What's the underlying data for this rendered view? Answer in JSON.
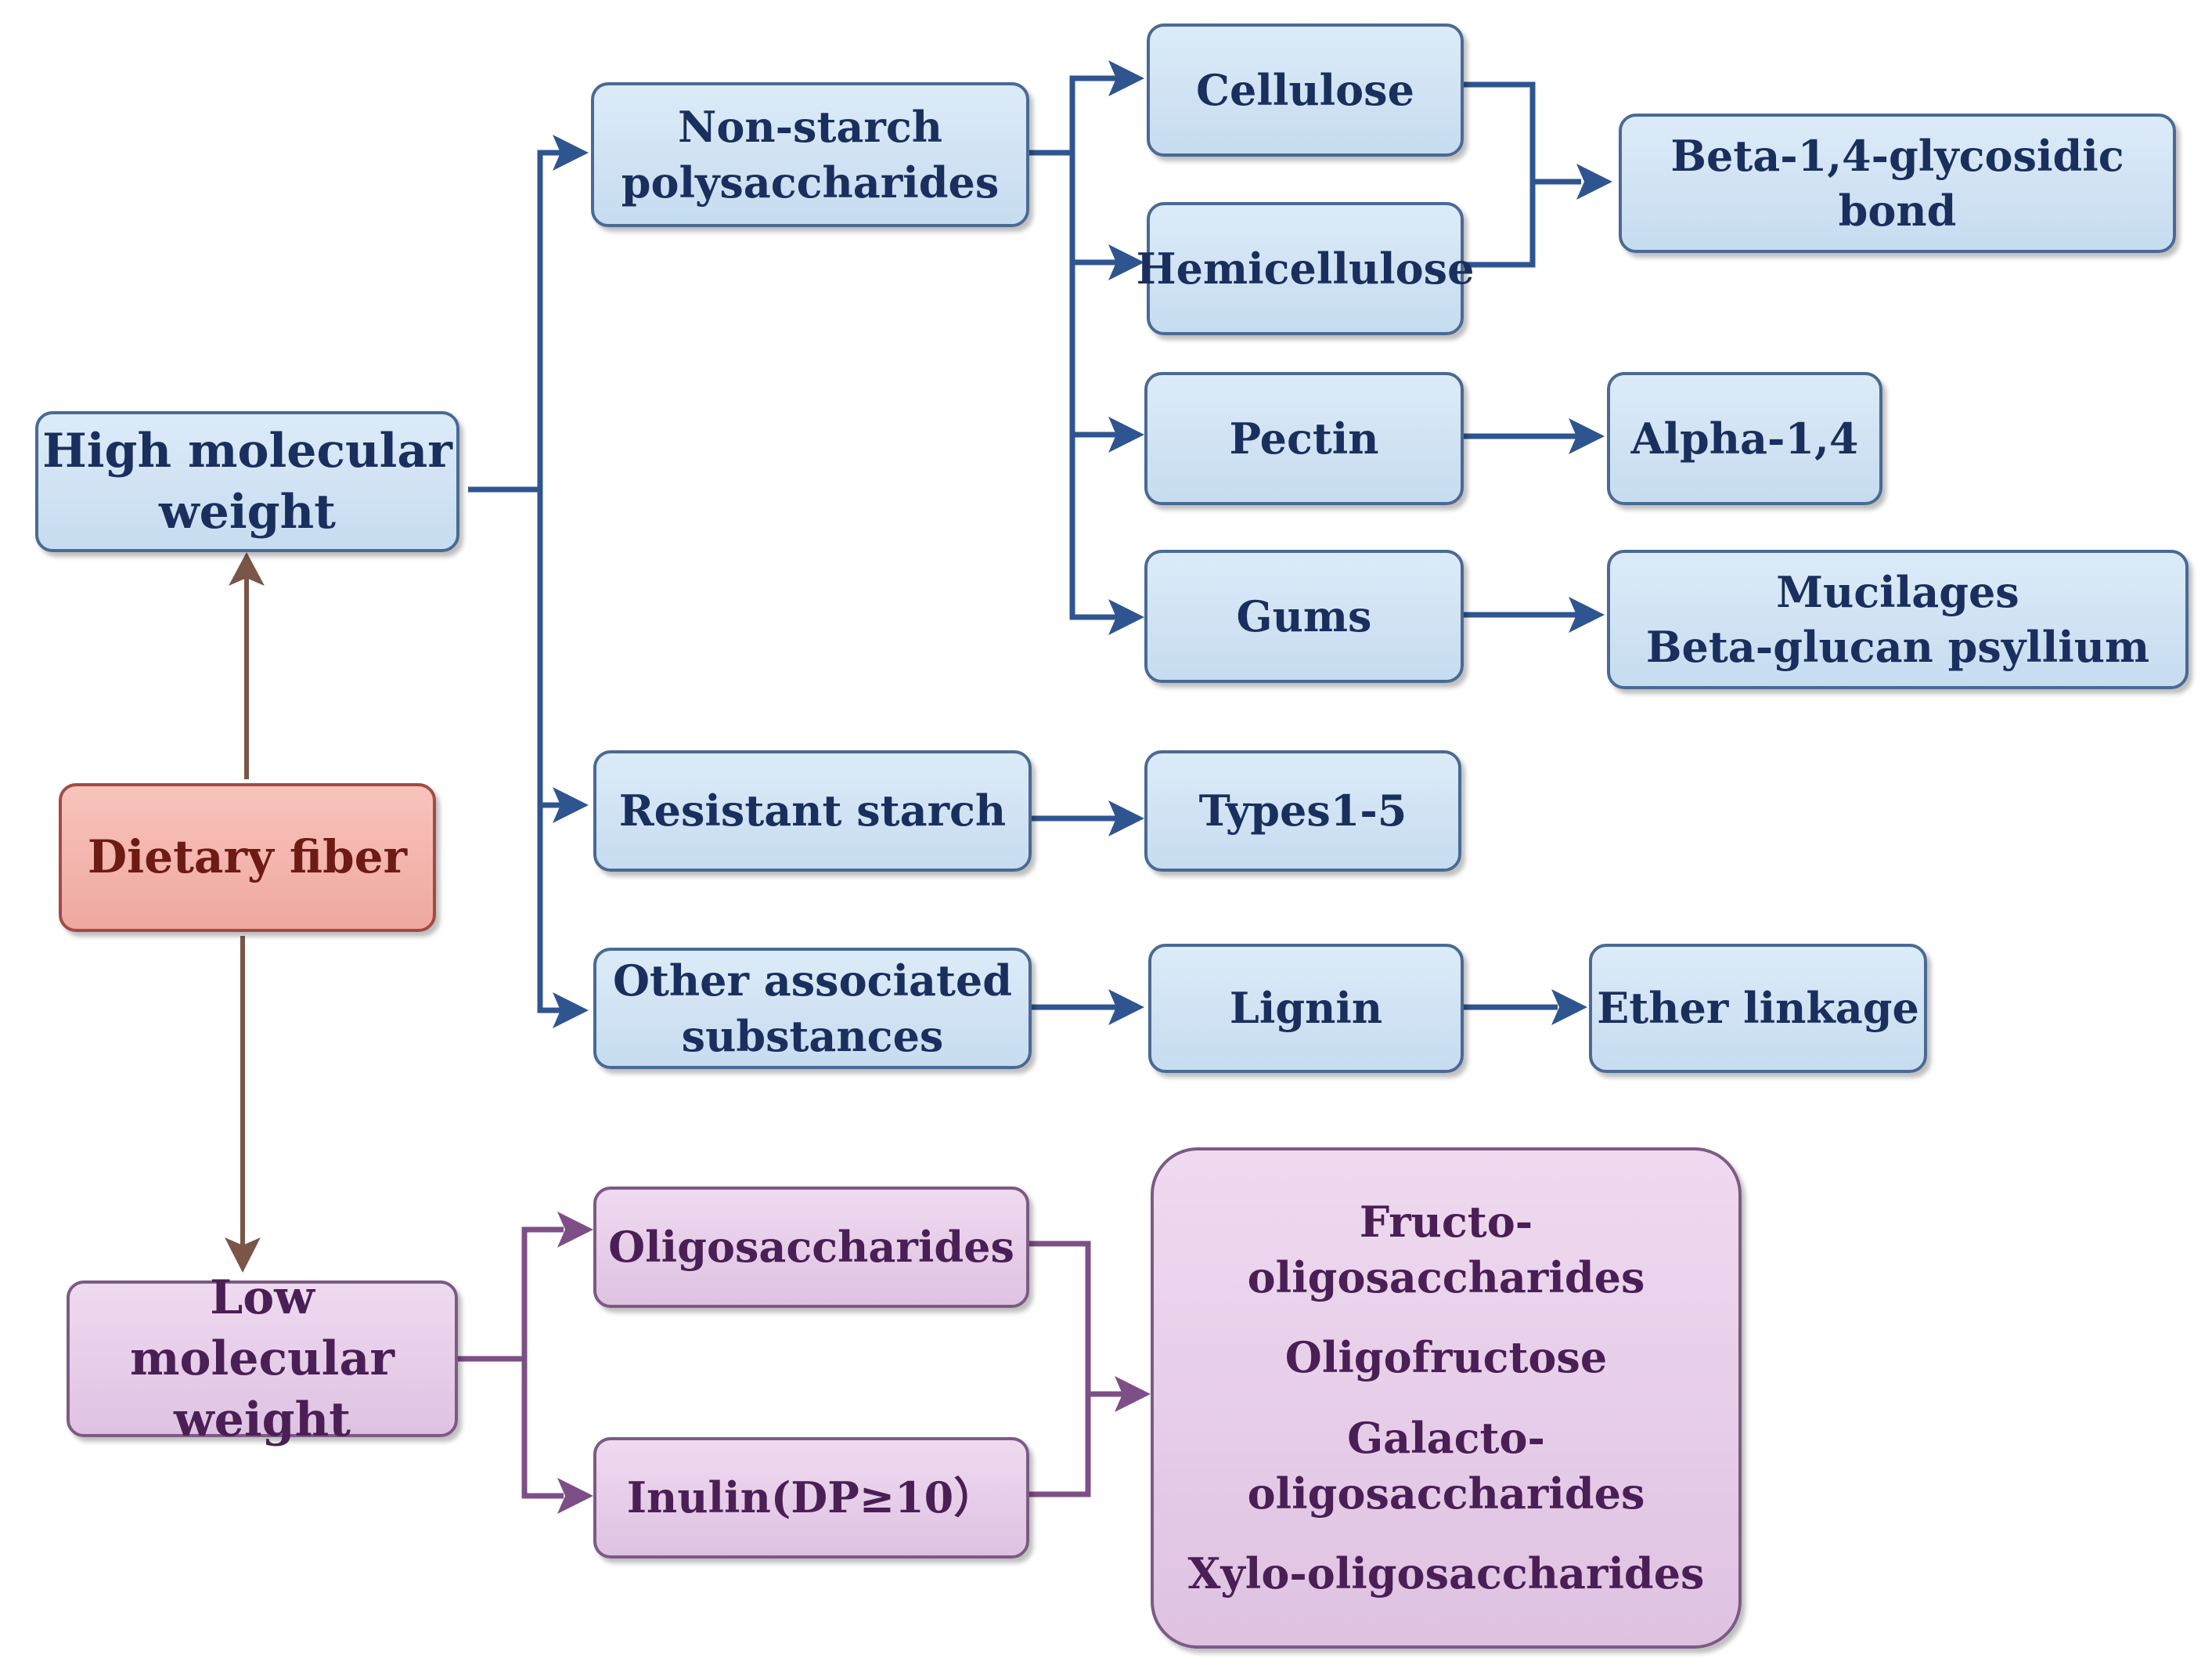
{
  "nodes": {
    "dietary_fiber": "Dietary fiber",
    "high_mw": [
      "High molecular",
      "weight"
    ],
    "low_mw": [
      "Low molecular",
      "weight"
    ],
    "non_starch": [
      "Non-starch",
      "polysaccharides"
    ],
    "resistant_starch": "Resistant starch",
    "other_assoc": [
      "Other associated",
      "substances"
    ],
    "cellulose": "Cellulose",
    "hemicellulose": "Hemicellulose",
    "pectin": "Pectin",
    "gums": "Gums",
    "beta_bond": "Beta-1,4-glycosidic bond",
    "alpha": "Alpha-1,4",
    "mucilages": [
      "Mucilages",
      "Beta-glucan psyllium"
    ],
    "types": "Types1-5",
    "lignin": "Lignin",
    "ether": "Ether linkage",
    "oligosaccharides": "Oligosaccharides",
    "inulin": "Inulin(DP≥10）",
    "oligo_list": [
      "Fructo-oligosaccharides",
      "Oligofructose",
      "Galacto-oligosaccharides",
      "Xylo-oligosaccharides"
    ]
  },
  "colors": {
    "blue_line": "#2f5590",
    "brown_line": "#7a5548",
    "purple_line": "#7d4f86"
  }
}
